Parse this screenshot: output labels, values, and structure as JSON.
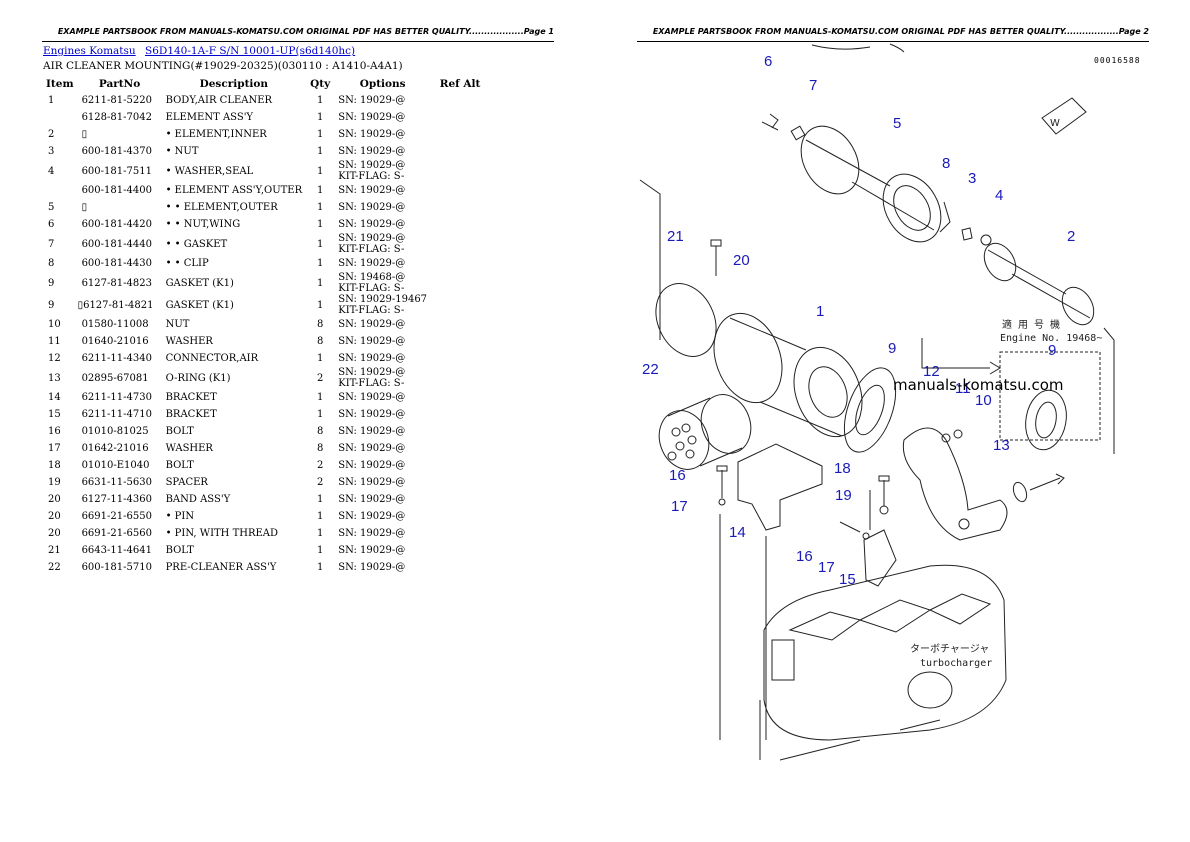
{
  "header": {
    "page1": "EXAMPLE PARTSBOOK FROM MANUALS-KOMATSU.COM ORIGINAL PDF HAS BETTER QUALITY..................Page 1",
    "page2": "EXAMPLE PARTSBOOK FROM MANUALS-KOMATSU.COM ORIGINAL PDF HAS BETTER QUALITY..................Page 2"
  },
  "breadcrumb": {
    "link1": "Engines Komatsu",
    "link2": "S6D140-1A-F S/N 10001-UP(s6d140hc)"
  },
  "subtitle": "AIR CLEANER MOUNTING(#19029-20325)(030110 : A1410-A4A1)",
  "table": {
    "headers": [
      "Item",
      "PartNo",
      "Description",
      "Qty",
      "Options",
      "Ref Alt"
    ],
    "rows": [
      {
        "item": "1",
        "part": "6211-81-5220",
        "desc": "BODY,AIR CLEANER",
        "qty": "1",
        "opt1": "SN: 19029-@",
        "opt2": ""
      },
      {
        "item": "",
        "part": "6128-81-7042",
        "desc": "ELEMENT ASS'Y",
        "qty": "1",
        "opt1": "SN: 19029-@",
        "opt2": ""
      },
      {
        "item": "2",
        "part": "",
        "desc": "• ELEMENT,INNER",
        "qty": "1",
        "opt1": "SN: 19029-@",
        "opt2": ""
      },
      {
        "item": "3",
        "part": "600-181-4370",
        "desc": "• NUT",
        "qty": "1",
        "opt1": "SN: 19029-@",
        "opt2": ""
      },
      {
        "item": "4",
        "part": "600-181-7511",
        "desc": "• WASHER,SEAL",
        "qty": "1",
        "opt1": "SN: 19029-@",
        "opt2": "KIT-FLAG: S-"
      },
      {
        "item": "",
        "part": "600-181-4400",
        "desc": "• ELEMENT ASS'Y,OUTER",
        "qty": "1",
        "opt1": "SN: 19029-@",
        "opt2": ""
      },
      {
        "item": "5",
        "part": "",
        "desc": "• • ELEMENT,OUTER",
        "qty": "1",
        "opt1": "SN: 19029-@",
        "opt2": ""
      },
      {
        "item": "6",
        "part": "600-181-4420",
        "desc": "• • NUT,WING",
        "qty": "1",
        "opt1": "SN: 19029-@",
        "opt2": ""
      },
      {
        "item": "7",
        "part": "600-181-4440",
        "desc": "• • GASKET",
        "qty": "1",
        "opt1": "SN: 19029-@",
        "opt2": "KIT-FLAG: S-"
      },
      {
        "item": "8",
        "part": "600-181-4430",
        "desc": "• • CLIP",
        "qty": "1",
        "opt1": "SN: 19029-@",
        "opt2": ""
      },
      {
        "item": "9",
        "part": "6127-81-4823",
        "desc": "GASKET (K1)",
        "qty": "1",
        "opt1": "SN: 19468-@",
        "opt2": "KIT-FLAG: S-"
      },
      {
        "item": "9",
        "part": "6127-81-4821",
        "desc": "GASKET (K1)",
        "qty": "1",
        "opt1": "SN: 19029-19467",
        "opt2": "KIT-FLAG: S-"
      },
      {
        "item": "10",
        "part": "01580-11008",
        "desc": "NUT",
        "qty": "8",
        "opt1": "SN: 19029-@",
        "opt2": ""
      },
      {
        "item": "11",
        "part": "01640-21016",
        "desc": "WASHER",
        "qty": "8",
        "opt1": "SN: 19029-@",
        "opt2": ""
      },
      {
        "item": "12",
        "part": "6211-11-4340",
        "desc": "CONNECTOR,AIR",
        "qty": "1",
        "opt1": "SN: 19029-@",
        "opt2": ""
      },
      {
        "item": "13",
        "part": "02895-67081",
        "desc": "O-RING (K1)",
        "qty": "2",
        "opt1": "SN: 19029-@",
        "opt2": "KIT-FLAG: S-"
      },
      {
        "item": "14",
        "part": "6211-11-4730",
        "desc": "BRACKET",
        "qty": "1",
        "opt1": "SN: 19029-@",
        "opt2": ""
      },
      {
        "item": "15",
        "part": "6211-11-4710",
        "desc": "BRACKET",
        "qty": "1",
        "opt1": "SN: 19029-@",
        "opt2": ""
      },
      {
        "item": "16",
        "part": "01010-81025",
        "desc": "BOLT",
        "qty": "8",
        "opt1": "SN: 19029-@",
        "opt2": ""
      },
      {
        "item": "17",
        "part": "01642-21016",
        "desc": "WASHER",
        "qty": "8",
        "opt1": "SN: 19029-@",
        "opt2": ""
      },
      {
        "item": "18",
        "part": "01010-E1040",
        "desc": "BOLT",
        "qty": "2",
        "opt1": "SN: 19029-@",
        "opt2": ""
      },
      {
        "item": "19",
        "part": "6631-11-5630",
        "desc": "SPACER",
        "qty": "2",
        "opt1": "SN: 19029-@",
        "opt2": ""
      },
      {
        "item": "20",
        "part": "6127-11-4360",
        "desc": "BAND ASS'Y",
        "qty": "1",
        "opt1": "SN: 19029-@",
        "opt2": ""
      },
      {
        "item": "20",
        "part": "6691-21-6550",
        "desc": "• PIN",
        "qty": "1",
        "opt1": "SN: 19029-@",
        "opt2": ""
      },
      {
        "item": "20",
        "part": "6691-21-6560",
        "desc": "• PIN, WITH THREAD",
        "qty": "1",
        "opt1": "SN: 19029-@",
        "opt2": ""
      },
      {
        "item": "21",
        "part": "6643-11-4641",
        "desc": "BOLT",
        "qty": "1",
        "opt1": "SN: 19029-@",
        "opt2": ""
      },
      {
        "item": "22",
        "part": "600-181-5710",
        "desc": "PRE-CLEANER ASS'Y",
        "qty": "1",
        "opt1": "SN: 19029-@",
        "opt2": ""
      }
    ]
  },
  "diagram": {
    "doc_number": "00016588",
    "watermark": "manuals-komatsu.com",
    "callout_color": "#1a1ab8",
    "line_color": "#222222",
    "inset_text_1": "適 用 号 機",
    "inset_text_2": "Engine No. 19468~",
    "turbo_text_1": "ターボチャージャ",
    "turbo_text_2": "turbocharger",
    "callouts": [
      "6",
      "7",
      "5",
      "8",
      "3",
      "4",
      "21",
      "20",
      "2",
      "1",
      "9",
      "9",
      "22",
      "12",
      "11",
      "10",
      "13",
      "18",
      "16",
      "19",
      "17",
      "14",
      "16",
      "17",
      "15"
    ]
  }
}
